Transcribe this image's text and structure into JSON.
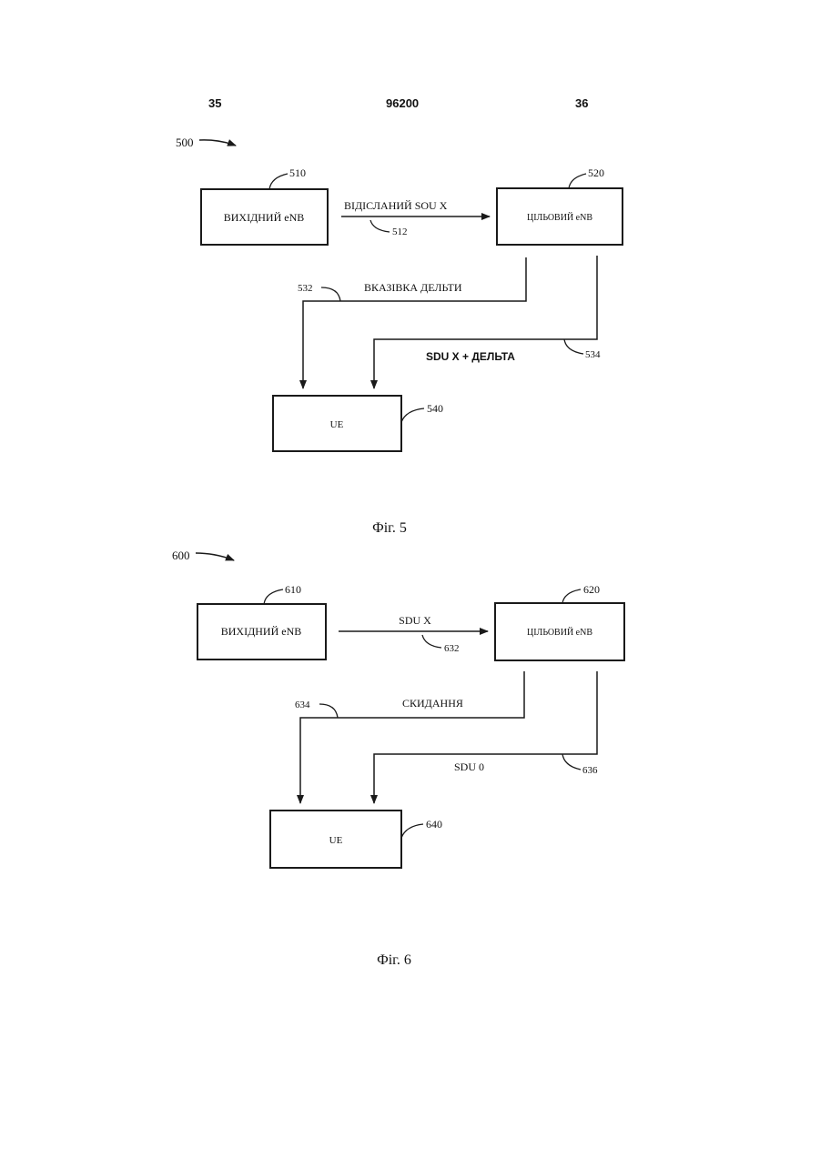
{
  "header": {
    "left_page": "35",
    "patent_number": "96200",
    "right_page": "36"
  },
  "figures": [
    {
      "id": "fig5",
      "ref": "500",
      "caption": "Фіг. 5",
      "source_box": {
        "ref": "510",
        "label": "ВИХІДНИЙ eNB"
      },
      "target_box": {
        "ref": "520",
        "label": "ЦІЛЬОВИЙ eNB"
      },
      "ue_box": {
        "ref": "540",
        "label": "UE"
      },
      "forward_msg": {
        "ref": "512",
        "label": "ВІДІСЛАНИЙ SOU X"
      },
      "indication_msg": {
        "ref": "532",
        "label": "ВКАЗІВКА ДЕЛЬТИ"
      },
      "data_msg": {
        "ref": "534",
        "label": "SDU X + ДЕЛЬТА"
      }
    },
    {
      "id": "fig6",
      "ref": "600",
      "caption": "Фіг. 6",
      "source_box": {
        "ref": "610",
        "label": "ВИХІДНИЙ eNB"
      },
      "target_box": {
        "ref": "620",
        "label": "ЦІЛЬОВИЙ eNB"
      },
      "ue_box": {
        "ref": "640",
        "label": "UE"
      },
      "forward_msg": {
        "ref": "632",
        "label": "SDU X"
      },
      "indication_msg": {
        "ref": "634",
        "label": "СКИДАННЯ"
      },
      "data_msg": {
        "ref": "636",
        "label": "SDU 0"
      }
    }
  ]
}
